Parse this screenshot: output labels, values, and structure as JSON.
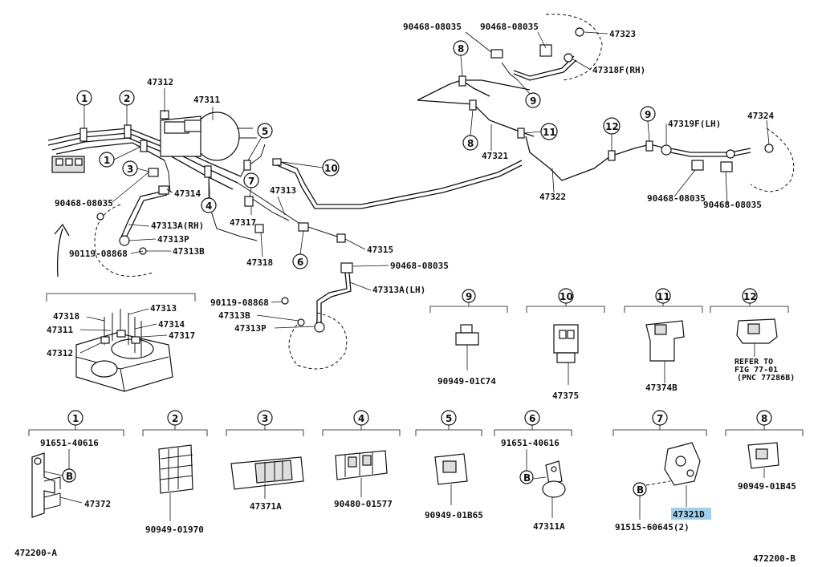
{
  "labels": {
    "l47312_top": "47312",
    "l47311_top": "47311",
    "l90468_left": "90468-08035",
    "l47314_top": "47314",
    "l47313A_rh": "47313A(RH)",
    "l47313P_top": "47313P",
    "l90119_top": "90119-08868",
    "l47313B_top": "47313B",
    "l47317_top": "47317",
    "l47313_mid": "47313",
    "l47318_top": "47318",
    "l47315": "47315",
    "l90468_mid": "90468-08035",
    "l47313A_lh": "47313A(LH)",
    "l90119_mid": "90119-08868",
    "l47313B_mid": "47313B",
    "l47313P_mid": "47313P",
    "l90468_tr1": "90468-08035",
    "l90468_tr2": "90468-08035",
    "l47323": "47323",
    "l47318F": "47318F(RH)",
    "l47321": "47321",
    "l47322": "47322",
    "l47319F": "47319F(LH)",
    "l47324": "47324",
    "l90468_r1": "90468-08035",
    "l90468_r2": "90468-08035",
    "inset_47318": "47318",
    "inset_47311": "47311",
    "inset_47312": "47312",
    "inset_47313": "47313",
    "inset_47314": "47314",
    "inset_47317": "47317",
    "d9_part": "90949-01C74",
    "d10_part": "47375",
    "d11_part": "47374B",
    "d12_ref1": "REFER TO",
    "d12_ref2": "FIG 77-01",
    "d12_ref3": "(PNC 77286B)",
    "d1_bolt": "91651-40616",
    "d1_part": "47372",
    "d2_part": "90949-01970",
    "d3_part": "47371A",
    "d4_part": "90480-01577",
    "d5_part": "90949-01B65",
    "d6_bolt": "91651-40616",
    "d6_part": "47311A",
    "d7_part": "47321D",
    "d7_bolt": "91515-60645(2)",
    "d8_part": "90949-01B45",
    "footer_left": "472200-A",
    "footer_right": "472200-B"
  },
  "callouts": {
    "c1": "1",
    "c2": "2",
    "c3": "3",
    "c4": "4",
    "c5": "5",
    "c6": "6",
    "c7": "7",
    "c8": "8",
    "c9": "9",
    "c10": "10",
    "c11": "11",
    "c12": "12",
    "cB": "B"
  },
  "colors": {
    "ink": "#111111",
    "highlight": "#9fd0ef"
  }
}
